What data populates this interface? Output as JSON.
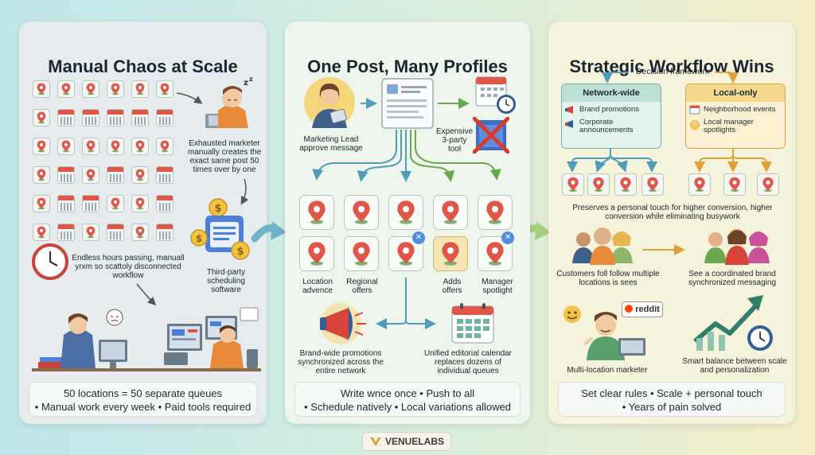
{
  "panels": [
    {
      "title": "Manual Chaos at Scale",
      "notes": {
        "marketer": "Exhausted marketer manually creates the exact same post 50 times over by one",
        "hours": "Endless hours passing, manuall yrxm so scattoly disconnected workflow",
        "third_party": "Third-party scheduling software"
      },
      "footer_lines": [
        "50 locations = 50 separate queues",
        "• Manual work every week • Paid tools required"
      ]
    },
    {
      "title": "One Post, Many Profiles",
      "notes": {
        "lead": "Marketing Lead approve message",
        "expensive": "Expensive 3-party tool",
        "brand_wide": "Brand-wide promotions synchronized across the entire network",
        "calendar": "Unified editorial calendar replaces dozens of individual queues"
      },
      "tile_labels": [
        "Location advence",
        "Regional offers",
        "Adds offers",
        "Manager spotlight"
      ],
      "footer_lines": [
        "Write wnce once • Push to all",
        "• Schedule natively • Local variations allowed"
      ]
    },
    {
      "title": "Strategic Workflow Wins",
      "decision": "Decision framework",
      "network": {
        "label": "Network-wide",
        "items": [
          "Brand promotions",
          "Corporate announcements"
        ]
      },
      "local": {
        "label": "Local-only",
        "items": [
          "Neighborhood events",
          "Local manager spotlights"
        ]
      },
      "notes": {
        "preserves": "Preserves a personal touch for higher conversion, higher conversion while eliminating busywork",
        "customers": "Customers foll follow multiple locations is sees",
        "coordinated": "See a coordinated brand synchronized messaging",
        "marketer": "Multi-location marketer",
        "reddit": "reddit",
        "balance": "Smart balance between scale and personalization"
      },
      "footer_lines": [
        "Set clear rules • Scale + personal touch",
        "• Years of pain solved"
      ]
    }
  ],
  "logo": "VENUELABS",
  "colors": {
    "pin": "#e0574a",
    "arrow": "#4f9db8",
    "green": "#6aa84f",
    "orange": "#e1a13a"
  }
}
